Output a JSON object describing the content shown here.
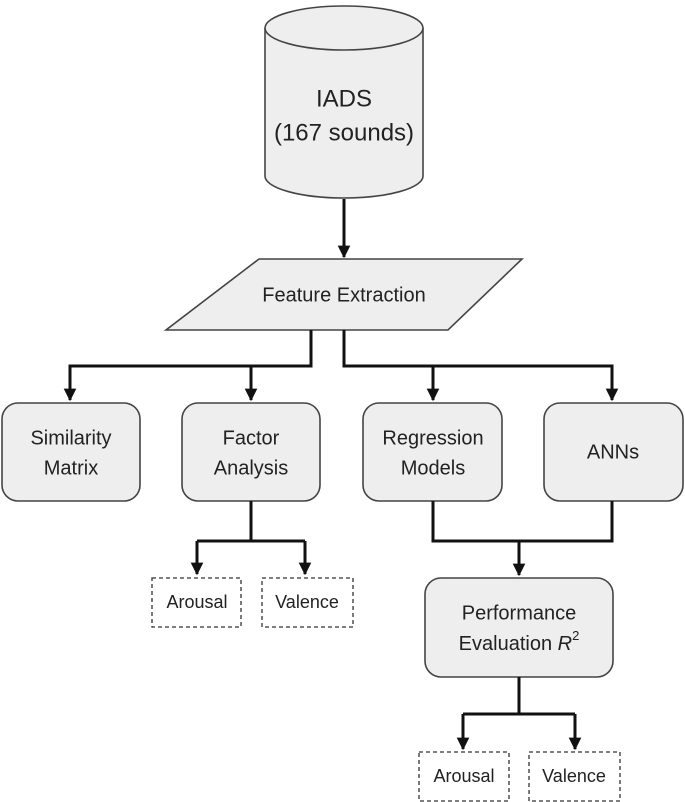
{
  "nodes": {
    "iads": {
      "line1": "IADS",
      "line2": "(167 sounds)"
    },
    "feature_extraction": {
      "label": "Feature Extraction"
    },
    "similarity_matrix": {
      "line1": "Similarity",
      "line2": "Matrix"
    },
    "factor_analysis": {
      "line1": "Factor",
      "line2": "Analysis"
    },
    "regression_models": {
      "line1": "Regression",
      "line2": "Models"
    },
    "anns": {
      "label": "ANNs"
    },
    "performance_evaluation": {
      "line1": "Performance",
      "line2": "Evaluation ",
      "line2_symbol": "R",
      "line2_sup": "2"
    },
    "fa_arousal": {
      "label": "Arousal"
    },
    "fa_valence": {
      "label": "Valence"
    },
    "pe_arousal": {
      "label": "Arousal"
    },
    "pe_valence": {
      "label": "Valence"
    }
  },
  "colors": {
    "box_fill": "#eeeeee",
    "box_stroke": "#444444",
    "arrow": "#111111"
  }
}
